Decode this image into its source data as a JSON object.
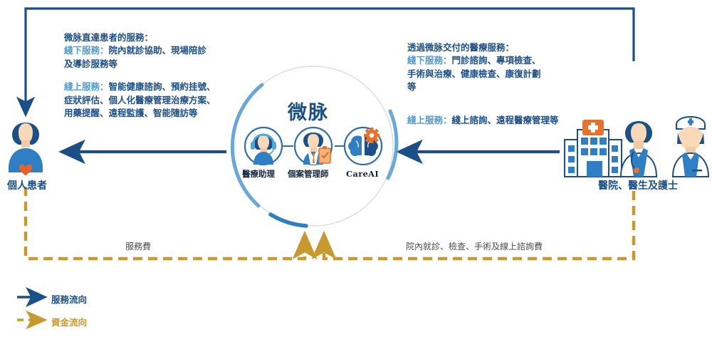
{
  "diagram": {
    "title": "Weimai service and fund flow diagram",
    "colors": {
      "service_blue": "#1b4f87",
      "accent_blue": "#4f9ad4",
      "fund_gold": "#c8992f",
      "orange": "#e8722c",
      "ring_gray": "#d8dde2"
    }
  },
  "left_block": {
    "heading": "微脉直達患者的服務：",
    "offline_label": "綫下服務：",
    "offline_text": "院內就診協助、現場陪診",
    "offline_text2": "及導診服務等",
    "online_label": "綫上服務：",
    "online_text": "智能健康諮詢、預約挂號、",
    "online_text2": "症狀評估、個人化醫療管理治療方案、",
    "online_text3": "用藥提醒、遠程監護、智能隨訪等"
  },
  "right_block": {
    "heading": "透過微脉交付的醫療服務：",
    "offline_label": "綫下服務：",
    "offline_text": "門診諮詢、專項檢查、",
    "offline_text2": "手術與治療、健康檢查、康復計劃",
    "offline_text3": "等",
    "online_label": "綫上服務：",
    "online_text": "綫上諮詢、遠程醫療管理等"
  },
  "center": {
    "brand": "微脉",
    "icons": [
      {
        "label": "醫療助理",
        "icon": "headset-agent-icon"
      },
      {
        "label": "個案管理師",
        "icon": "clipboard-manager-icon"
      },
      {
        "label": "CareAI",
        "icon": "brain-gear-icon"
      }
    ]
  },
  "nodes": {
    "patient": {
      "label": "個人患者",
      "icon": "patient-heart-icon"
    },
    "providers": {
      "label": "醫院、醫生及護士",
      "icon": "hospital-doctor-nurse-icon"
    }
  },
  "fund_flows": {
    "left_fee": "服務費",
    "right_fee": "院內就診、檢查、手術及線上諮詢費"
  },
  "legend": {
    "service_flow": "服務流向",
    "fund_flow": "資金流向"
  }
}
